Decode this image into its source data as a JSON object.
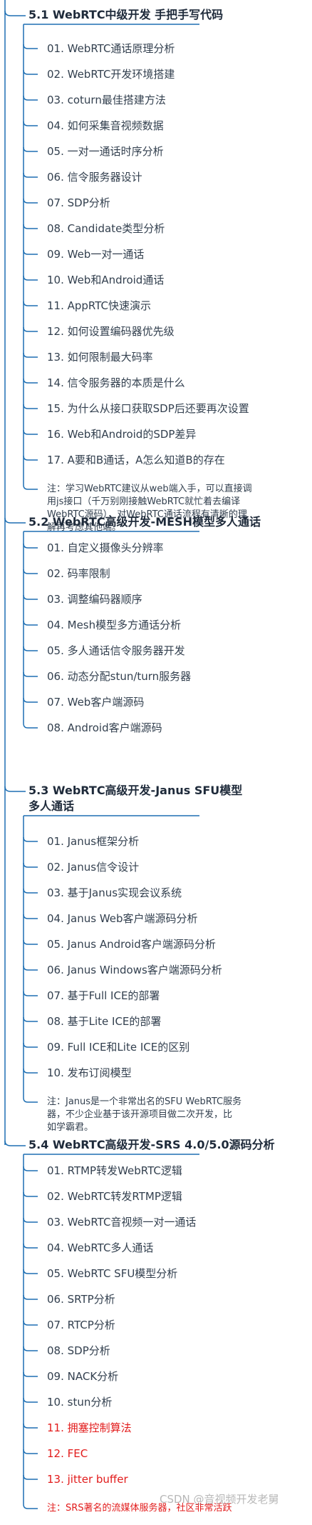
{
  "sections": [
    {
      "title_lines": [
        "5.1 WebRTC中级开发 手把手写代码"
      ],
      "items": [
        {
          "text": "01. WebRTC通话原理分析"
        },
        {
          "text": "02. WebRTC开发环境搭建"
        },
        {
          "text": "03. coturn最佳搭建方法"
        },
        {
          "text": "04. 如何采集音视频数据"
        },
        {
          "text": "05. 一对一通话时序分析"
        },
        {
          "text": "06. 信令服务器设计"
        },
        {
          "text": "07. SDP分析"
        },
        {
          "text": "08. Candidate类型分析"
        },
        {
          "text": "09. Web一对一通话"
        },
        {
          "text": "10. Web和Android通话"
        },
        {
          "text": "11. AppRTC快速演示"
        },
        {
          "text": "12. 如何设置编码器优先级"
        },
        {
          "text": "13. 如何限制最大码率"
        },
        {
          "text": "14. 信令服务器的本质是什么"
        },
        {
          "text": "15. 为什么从接口获取SDP后还要再次设置"
        },
        {
          "text": "16. Web和Android的SDP差异"
        },
        {
          "text": "17. A要和B通话，A怎么知道B的存在"
        }
      ],
      "note_lines": [
        "注：学习WebRTC建议从web端入手，可以直接调",
        "用js接口（千万别刚接触WebRTC就忙着去编译",
        "WebRTC源码），对WebRTC通话流程有清晰的理",
        "解再考虑其他端。"
      ]
    },
    {
      "title_lines": [
        "5.2 WebRTC高级开发-MESH模型多人通话"
      ],
      "items": [
        {
          "text": "01. 自定义摄像头分辨率"
        },
        {
          "text": "02. 码率限制"
        },
        {
          "text": "03. 调整编码器顺序"
        },
        {
          "text": "04. Mesh模型多方通话分析"
        },
        {
          "text": "05. 多人通话信令服务器开发"
        },
        {
          "text": "06. 动态分配stun/turn服务器"
        },
        {
          "text": "07. Web客户端源码"
        },
        {
          "text": "08. Android客户端源码"
        }
      ],
      "note_lines": []
    },
    {
      "title_lines": [
        "5.3 WebRTC高级开发-Janus SFU模型",
        "多人通话"
      ],
      "items": [
        {
          "text": "01. Janus框架分析"
        },
        {
          "text": "02. Janus信令设计"
        },
        {
          "text": "03. 基于Janus实现会议系统"
        },
        {
          "text": "04. Janus Web客户端源码分析"
        },
        {
          "text": "05. Janus Android客户端源码分析"
        },
        {
          "text": "06. Janus Windows客户端源码分析"
        },
        {
          "text": "07. 基于Full ICE的部署"
        },
        {
          "text": "08. 基于Lite ICE的部署"
        },
        {
          "text": "09. Full ICE和Lite ICE的区别"
        },
        {
          "text": "10. 发布订阅模型"
        }
      ],
      "note_lines": [
        "注：Janus是一个非常出名的SFU WebRTC服务",
        "器，不少企业基于该开源项目做二次开发，比",
        "如学霸君。"
      ]
    },
    {
      "title_lines": [
        "5.4 WebRTC高级开发-SRS 4.0/5.0源码分析"
      ],
      "items": [
        {
          "text": "01. RTMP转发WebRTC逻辑"
        },
        {
          "text": "02. WebRTC转发RTMP逻辑"
        },
        {
          "text": "03. WebRTC音视频一对一通话"
        },
        {
          "text": "04. WebRTC多人通话"
        },
        {
          "text": "05. WebRTC SFU模型分析"
        },
        {
          "text": "06. SRTP分析"
        },
        {
          "text": "07. RTCP分析"
        },
        {
          "text": "08. SDP分析"
        },
        {
          "text": "09. NACK分析"
        },
        {
          "text": "10. stun分析"
        },
        {
          "text": "11. 拥塞控制算法",
          "red": true
        },
        {
          "text": "12. FEC",
          "red": true
        },
        {
          "text": "13. jitter buffer",
          "red": true
        }
      ],
      "note_lines": [
        "注：SRS著名的流媒体服务器，社区非常活跃"
      ],
      "note_red": true
    }
  ],
  "watermark": "CSDN @音视频开发老舅",
  "colors": {
    "line": "#1e6fb3",
    "text": "#33404f",
    "title": "#1e2a3a",
    "highlight": "#e21b1b"
  }
}
